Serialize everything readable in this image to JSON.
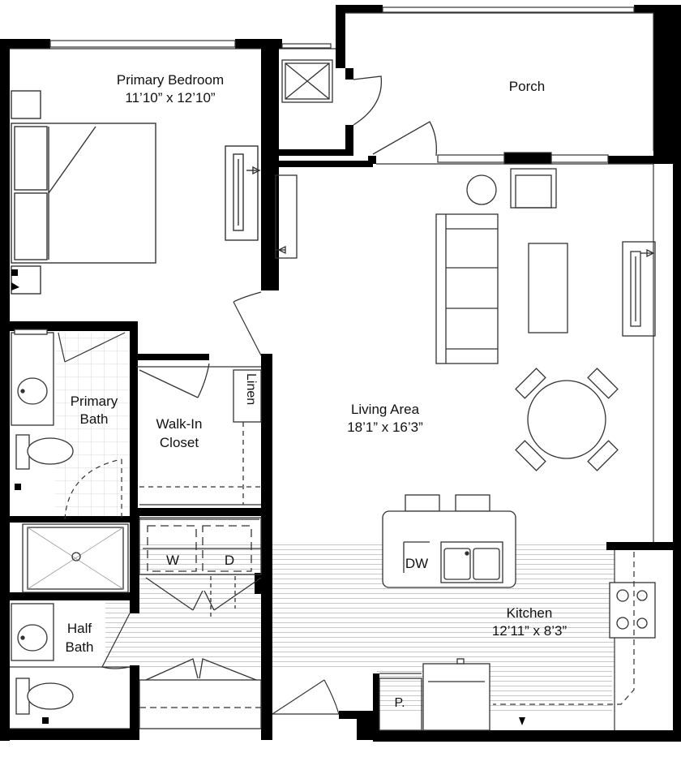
{
  "rooms": {
    "primary_bedroom": {
      "name": "Primary Bedroom",
      "dims": "11’10” x 12’10”"
    },
    "porch": {
      "name": "Porch"
    },
    "primary_bath": {
      "name_line1": "Primary",
      "name_line2": "Bath"
    },
    "walk_in_closet": {
      "name_line1": "Walk-In",
      "name_line2": "Closet"
    },
    "linen": {
      "name": "Linen"
    },
    "living_area": {
      "name": "Living Area",
      "dims": "18’1” x 16’3”"
    },
    "half_bath": {
      "name_line1": "Half",
      "name_line2": "Bath"
    },
    "kitchen": {
      "name": "Kitchen",
      "dims": "12’11” x 8’3”"
    }
  },
  "appliances": {
    "washer": "W",
    "dryer": "D",
    "dishwasher": "DW",
    "pantry": "P."
  },
  "colors": {
    "wall": "#000000",
    "line": "#333333",
    "floor_lines": "#bdbdbd",
    "tile": "#cccccc"
  }
}
